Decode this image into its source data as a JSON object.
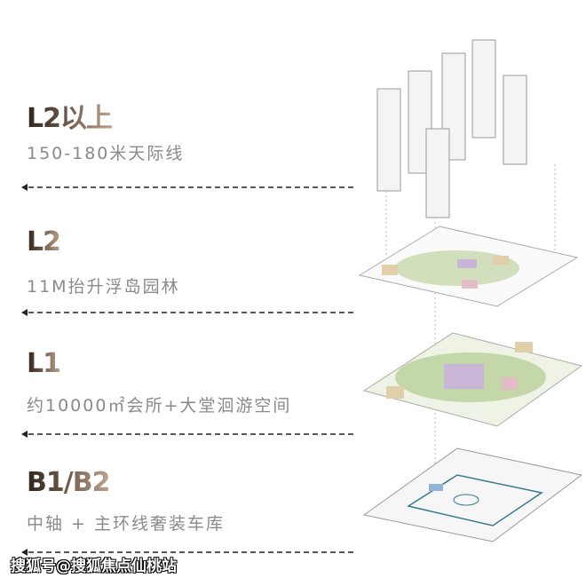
{
  "levels": [
    {
      "title": "L2以上",
      "subtitle": "150-180米天际线"
    },
    {
      "title": "L2",
      "subtitle": "11M抬升浮岛园林"
    },
    {
      "title": "L1",
      "subtitle": "约10000㎡会所+大堂洄游空间"
    },
    {
      "title": "B1/B2",
      "subtitle": "中轴 + 主环线奢装车库"
    }
  ],
  "watermark": "搜狐号@搜狐焦点仙桃站",
  "colors": {
    "title_dark": "#2f241c",
    "title_light": "#bba38f",
    "subtitle": "#8a8a8a",
    "green": "#b9cf9a",
    "purple": "#c9b6d6",
    "pink": "#e3bcc8",
    "tan": "#e0cfa8"
  }
}
